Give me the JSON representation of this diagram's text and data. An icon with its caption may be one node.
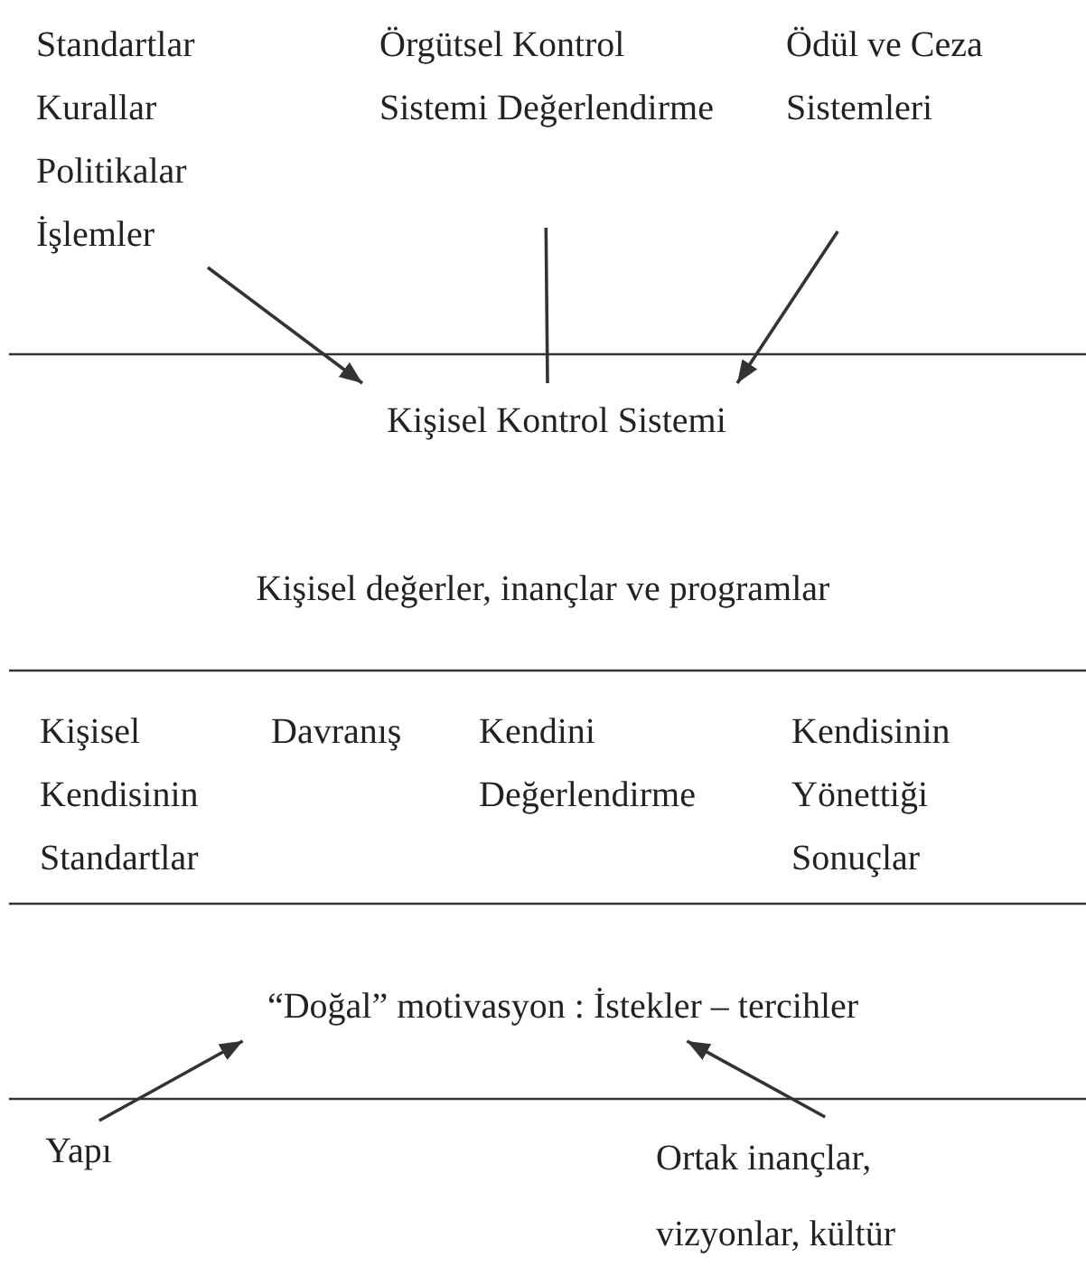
{
  "diagram": {
    "nodes": [
      {
        "text": [
          "Standartlar Kurallar Politikalar İşlemler"
        ]
      },
      {
        "text": [
          "Örgütsel Kontrol Sistemi Değerlendirme"
        ]
      },
      {
        "text": [
          "Ödül ve Ceza Sistemleri"
        ]
      },
      {
        "text": [
          "Kişisel Kontrol Sistemi"
        ]
      },
      {
        "text": [
          "“Doğal” motivasyon : İstekler – tercihler"
        ]
      },
      {
        "text": [
          "Yapı"
        ]
      },
      {
        "text": [
          "Ortak inançlar, vizyonlar, kültür"
        ]
      }
    ],
    "edges": [
      {
        "from": 0,
        "to": 3,
        "arrow": "to"
      },
      {
        "from": 1,
        "to": 3,
        "arrow": "none"
      },
      {
        "from": 2,
        "to": 3,
        "arrow": "to"
      },
      {
        "from": 5,
        "to": 4,
        "arrow": "to"
      },
      {
        "from": 6,
        "to": 4,
        "arrow": "to"
      }
    ],
    "labels": [
      "Kişisel değerler, inançlar ve programlar",
      "Kişisel Kendisinin Standartlar",
      "Davranış",
      "Kendini Değerlendirme",
      "Kendisinin Yönettiği Sonuçlar"
    ]
  }
}
